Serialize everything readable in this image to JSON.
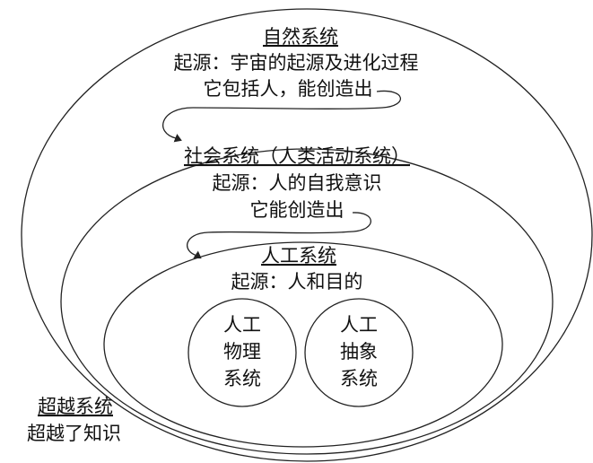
{
  "natural_system": {
    "title": "自然系统",
    "origin": "起源：宇宙的起源及进化过程",
    "creates": "它包括人，能创造出"
  },
  "social_system": {
    "title": "社会系统（人类活动系统）",
    "origin": "起源：人的自我意识",
    "creates": "它能创造出"
  },
  "artificial_system": {
    "title": "人工系统",
    "origin": "起源：人和目的"
  },
  "physical_system": {
    "lines": [
      "人工",
      "物理",
      "系统"
    ]
  },
  "abstract_system": {
    "lines": [
      "人工",
      "抽象",
      "系统"
    ]
  },
  "transcendent_system": {
    "title": "超越系统",
    "desc": "超越了知识"
  }
}
